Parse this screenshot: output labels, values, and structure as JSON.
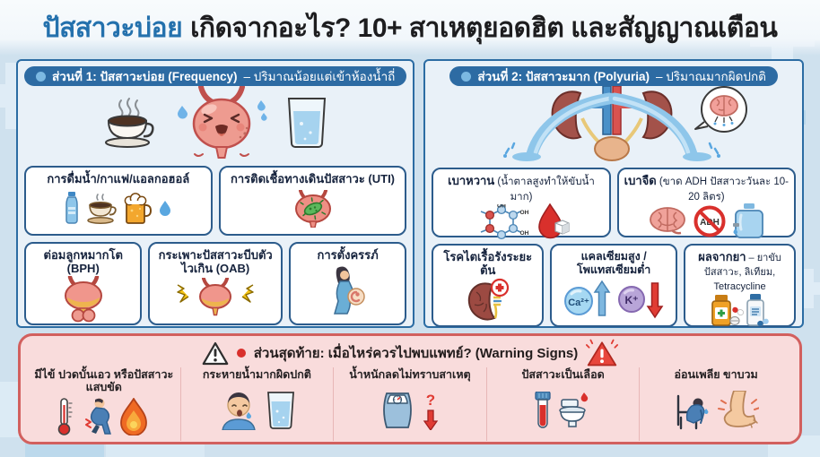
{
  "page": {
    "title_highlight": "ปัสสาวะบ่อย",
    "title_rest": "เกิดจากอะไร? 10+ สาเหตุยอดฮิต และสัญญาณเตือน"
  },
  "colors": {
    "title_blue": "#2471ad",
    "header_bg": "#2d6ba3",
    "panel_bg": "#e9f1f8",
    "panel_border": "#2b6ca3",
    "card_border": "#2c5c8c",
    "warning_bg": "#f9dcdc",
    "warning_border": "#d2605e",
    "alert_red": "#d9302c"
  },
  "section1": {
    "header_bold": "ส่วนที่ 1: ปัสสาวะบ่อย (Frequency)",
    "header_rest": "– ปริมาณน้อยแต่เข้าห้องน้ำถี่",
    "hero_icons": [
      "coffee-cup",
      "crying-bladder",
      "water-glass"
    ],
    "cards": [
      {
        "title": "การดื่มน้ำ/กาแฟ/แอลกอฮอล์",
        "icons": [
          "water-bottle",
          "coffee-cup",
          "beer-mug",
          "water-drop"
        ]
      },
      {
        "title": "การติดเชื้อทางเดินปัสสาวะ (UTI)",
        "icons": [
          "bladder-bacteria"
        ]
      },
      {
        "title": "ต่อมลูกหมากโต (BPH)",
        "icons": [
          "prostate-bladder"
        ]
      },
      {
        "title": "กระเพาะปัสสาวะบีบตัวไวเกิน (OAB)",
        "icons": [
          "overactive-bladder-lightning"
        ]
      },
      {
        "title": "การตั้งครรภ์",
        "icons": [
          "pregnant-woman"
        ]
      }
    ]
  },
  "section2": {
    "header_bold": "ส่วนที่ 2: ปัสสาวะมาก (Polyuria)",
    "header_rest": "– ปริมาณมากผิดปกติ",
    "hero_icons": [
      "kidneys-water-fountain",
      "brain-speech-bubble"
    ],
    "cards": [
      {
        "title_bold": "เบาหวาน",
        "title_rest": " (น้ำตาลสูงทำให้ขับน้ำมาก)",
        "icons": [
          "glucose-molecule",
          "blood-drop-sugar-cube"
        ]
      },
      {
        "title_bold": "เบาจืด",
        "title_rest": " (ขาด ADH ปัสสาวะวันละ 10-20 ลิตร)",
        "adh_label": "ADH",
        "icons": [
          "brain",
          "no-adh-sign",
          "water-jug"
        ]
      },
      {
        "title": "โรคไตเรื้อรังระยะต้น",
        "icons": [
          "kidney-medical-cross"
        ]
      },
      {
        "title": "แคลเซียมสูง / โพแทสเซียมต่ำ",
        "ca_label": "Ca²⁺",
        "k_label": "K⁺",
        "icons": [
          "calcium-up-arrow",
          "potassium-down-arrow"
        ]
      },
      {
        "title_bold": "ผลจากยา",
        "title_rest": " – ยาขับปัสสาวะ, ลิเทียม, Tetracycline",
        "icons": [
          "medicine-bottles-pills"
        ]
      }
    ]
  },
  "icon_labels": {
    "oh": [
      "OH",
      "OH",
      "OH"
    ]
  },
  "warning": {
    "header": "ส่วนสุดท้าย: เมื่อไหร่ควรไปพบแพทย์? (Warning Signs)",
    "items": [
      {
        "label": "มีไข้ ปวดบั้นเอว หรือปัสสาวะแสบขัด",
        "icons": [
          "thermometer",
          "back-pain-person",
          "fire"
        ]
      },
      {
        "label": "กระหายน้ำมากผิดปกติ",
        "icons": [
          "thirsty-person",
          "water-glass"
        ]
      },
      {
        "label": "น้ำหนักลดไม่ทราบสาเหตุ",
        "icons": [
          "weight-scale",
          "question-down-arrow"
        ]
      },
      {
        "label": "ปัสสาวะเป็นเลือด",
        "icons": [
          "blood-test-tube",
          "toilet-blood-drop"
        ]
      },
      {
        "label": "อ่อนเพลีย ขาบวม",
        "icons": [
          "fatigued-person",
          "swollen-foot"
        ]
      }
    ]
  }
}
